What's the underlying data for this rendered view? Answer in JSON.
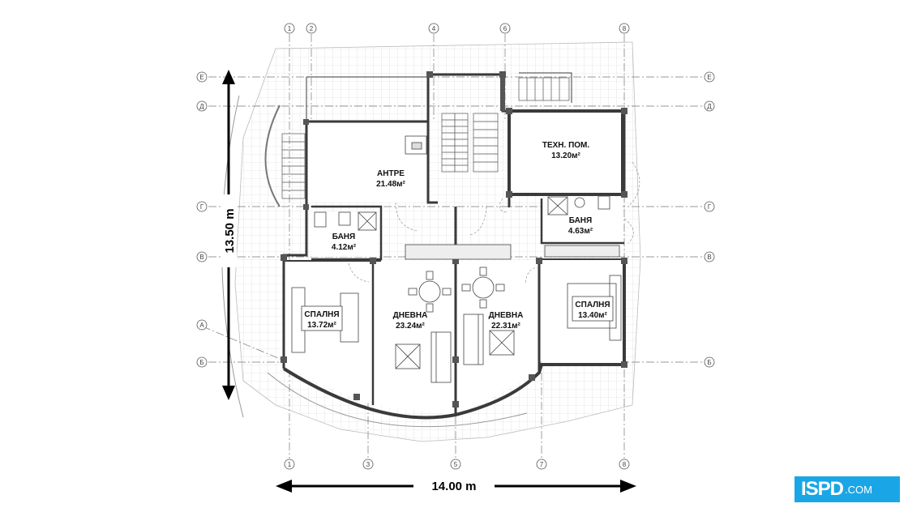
{
  "rooms": {
    "antre": {
      "name": "АНТРЕ",
      "area": "21.48м²"
    },
    "tech": {
      "name": "ТЕХН. ПОМ.",
      "area": "13.20м²"
    },
    "bath_left": {
      "name": "БАНЯ",
      "area": "4.12м²"
    },
    "bath_right": {
      "name": "БАНЯ",
      "area": "4.63м²"
    },
    "bed_left": {
      "name": "СПАЛНЯ",
      "area": "13.72м²"
    },
    "living_left": {
      "name": "ДНЕВНА",
      "area": "23.24м²"
    },
    "living_right": {
      "name": "ДНЕВНА",
      "area": "22.31м²"
    },
    "bed_right": {
      "name": "СПАЛНЯ",
      "area": "13.40м²"
    }
  },
  "axes": {
    "top": [
      "1",
      "2",
      "4",
      "6",
      "8"
    ],
    "bottom": [
      "1",
      "3",
      "5",
      "7",
      "8"
    ],
    "left": [
      "Е",
      "Д",
      "Г",
      "В",
      "А",
      "Б"
    ],
    "right": [
      "Е",
      "Д",
      "Г",
      "В",
      "Б"
    ]
  },
  "dimensions": {
    "width": "14.00 m",
    "height": "13.50 m"
  },
  "logo": {
    "main": "ISPD",
    "domain": ".COM"
  }
}
